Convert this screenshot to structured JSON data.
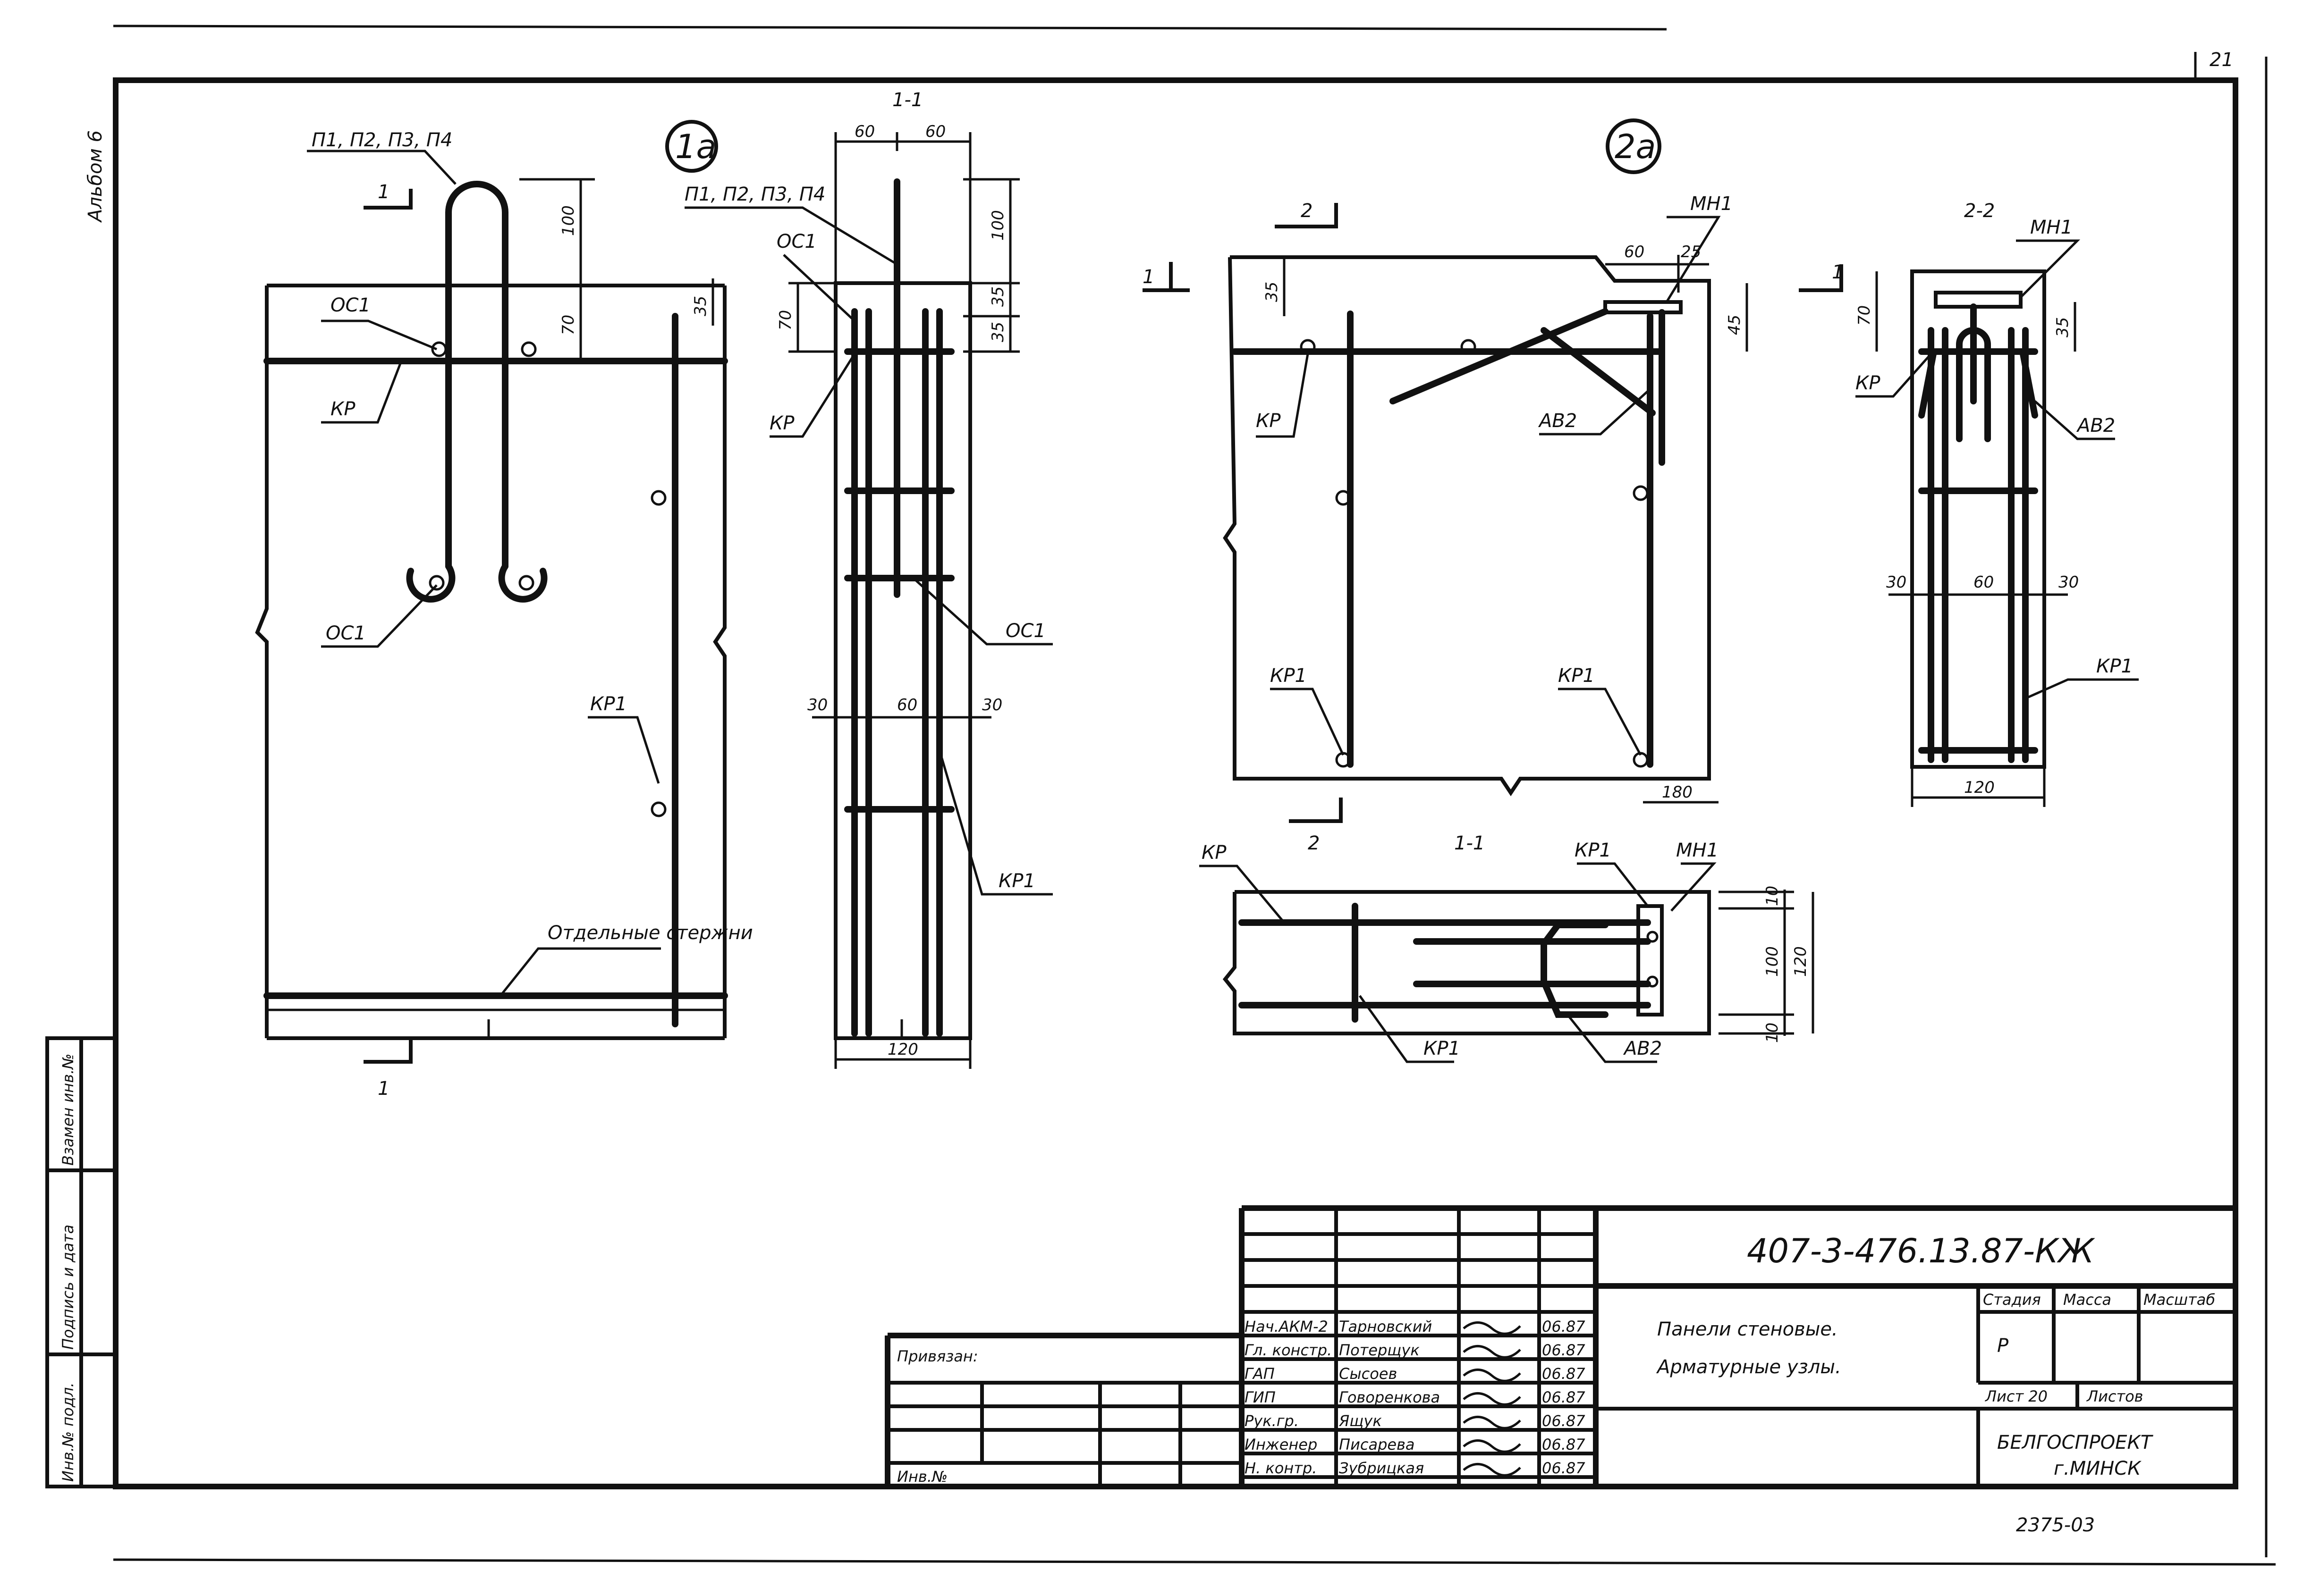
{
  "album_label": "Альбом 6",
  "sheet_corner": "21",
  "node_1a": {
    "marker": "1а",
    "callout_bars": "П1, П2, П3, П4",
    "label_os1_top": "ОС1",
    "label_kr": "КР",
    "label_os1_bottom": "ОС1",
    "label_kr1": "КР1",
    "label_separate": "Отдельные стержни",
    "cut_marker": "1",
    "dims": [
      "100",
      "70",
      "35"
    ]
  },
  "section_1_1_left": {
    "title": "1-1",
    "callout_bars": "П1, П2, П3, П4",
    "label_os1_top": "ОС1",
    "label_kr": "КР",
    "label_os1": "ОС1",
    "label_kr1": "КР1",
    "dims_top": [
      "60",
      "60"
    ],
    "dims_right": [
      "100",
      "35",
      "35"
    ],
    "dim_left_70": "70",
    "dims_mid": [
      "30",
      "60",
      "30"
    ],
    "dim_bottom": "120"
  },
  "node_2a": {
    "marker": "2а",
    "cut_marker_2": "2",
    "cut_marker_1": "1",
    "label_kr": "КР",
    "label_mn1": "МН1",
    "label_av2": "АВ2",
    "label_kr1_left": "КР1",
    "label_kr1_right": "КР1",
    "dims_top": [
      "60",
      "25"
    ],
    "dim_35": "35",
    "dim_45": "45",
    "dim_180": "180"
  },
  "section_2_2": {
    "title": "2-2",
    "cut_marker": "1",
    "label_mn1": "МН1",
    "label_kr": "КР",
    "label_av2": "АВ2",
    "label_kr1": "КР1",
    "dim_70": "70",
    "dim_35": "35",
    "dims_mid": [
      "30",
      "60",
      "30"
    ],
    "dim_bottom": "120"
  },
  "section_1_1_right": {
    "title": "1-1",
    "label_kr": "КР",
    "label_kr1_top": "КР1",
    "label_mn1": "МН1",
    "label_kr1": "КР1",
    "label_av2": "АВ2",
    "dims_right": [
      "10",
      "100",
      "120",
      "10"
    ]
  },
  "title_block": {
    "doc_code": "407-3-476.13.87-КЖ",
    "title_line1": "Панели стеновые.",
    "title_line2": "Арматурные узлы.",
    "stage_header": "Стадия",
    "mass_header": "Масса",
    "scale_header": "Масштаб",
    "stage_value": "Р",
    "sheet_label": "Лист 20",
    "sheets_label": "Листов",
    "org_line1": "БЕЛГОСПРОЕКТ",
    "org_line2": "г.МИНСК",
    "bound_label": "Привязан:",
    "inv_label": "Инв.№",
    "signatories": [
      {
        "role": "Нач.АКМ-2",
        "name": "Тарновский",
        "date": "06.87"
      },
      {
        "role": "Гл. констр.",
        "name": "Потерщук",
        "date": "06.87"
      },
      {
        "role": "ГАП",
        "name": "Сысоев",
        "date": "06.87"
      },
      {
        "role": "ГИП",
        "name": "Говоренкова",
        "date": "06.87"
      },
      {
        "role": "Рук.гр.",
        "name": "Ящук",
        "date": "06.87"
      },
      {
        "role": "Инженер",
        "name": "Писарева",
        "date": "06.87"
      },
      {
        "role": "Н. контр.",
        "name": "Зубрицкая",
        "date": "06.87"
      }
    ],
    "bottom_number": "2375-03"
  },
  "side_stamps": [
    "Взамен инв.№",
    "Подпись и дата",
    "Инв.№ подл."
  ]
}
